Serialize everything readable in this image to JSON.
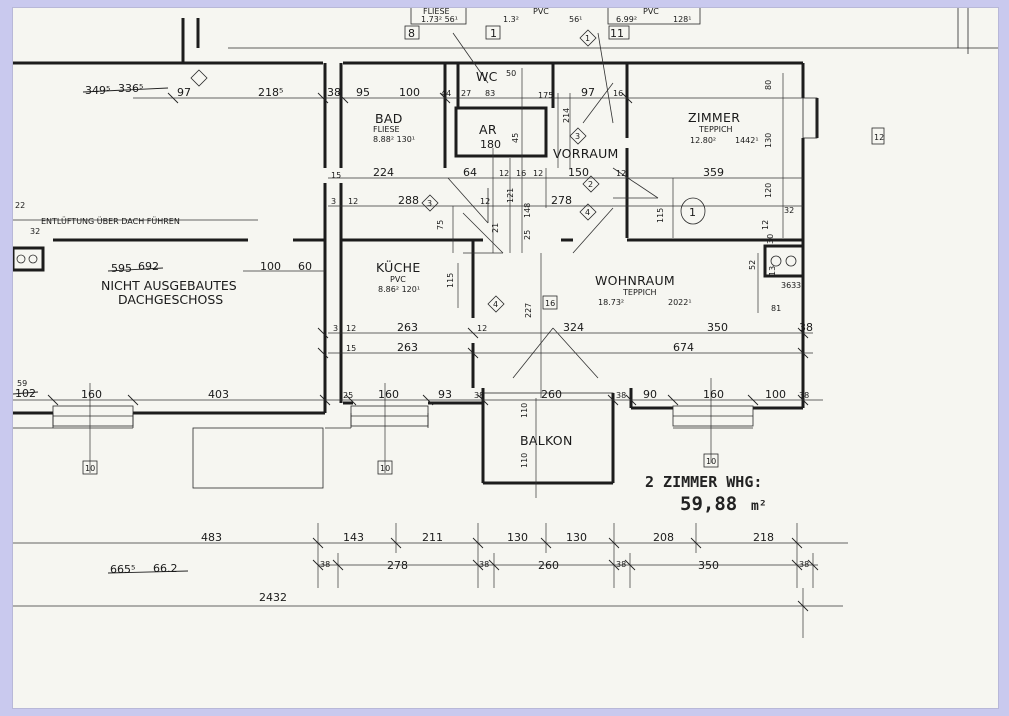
{
  "rooms": {
    "bad": {
      "name": "BAD",
      "floor": "FLIESE",
      "area": "8.88² 130¹"
    },
    "wc": {
      "name": "WC"
    },
    "ar": {
      "name": "AR",
      "dim": "180"
    },
    "vorraum": {
      "name": "VORRAUM"
    },
    "zimmer": {
      "name": "ZIMMER",
      "floor": "TEPPICH",
      "area_a": "12.80²",
      "area_b": "1442¹"
    },
    "kueche": {
      "name": "KÜCHE",
      "floor": "PVC",
      "area": "8.86² 120¹"
    },
    "wohnraum": {
      "name": "WOHNRAUM",
      "floor": "TEPPICH",
      "area_a": "18.73²",
      "area_b": "2022¹"
    },
    "balkon": {
      "name": "BALKON"
    }
  },
  "top_labels": {
    "a_floor": "FLIESE",
    "a_area": "1.73² 56¹",
    "b_floor": "PVC",
    "b_left": "1.3²",
    "b_right": "56¹",
    "c_floor": "PVC",
    "c_left": "6.99²",
    "c_right": "128¹"
  },
  "notes": {
    "ventilation": "ENTLÜFTUNG ÜBER DACH FÜHREN",
    "attic_line1": "NICHT AUSGEBAUTES",
    "attic_line2": "DACHGESCHOSS",
    "apt_line1": "2 ZIMMER WHG:",
    "apt_line2": "59,88",
    "apt_unit": "m²",
    "struck_a": "349⁵",
    "struck_b": "336⁵",
    "struck_c": "595",
    "struck_d": "692",
    "struck_e": "665⁵",
    "struck_f": "66.2",
    "struck_g": "59",
    "struck_h": "102"
  },
  "markers": {
    "top_8": "8",
    "top_1": "1",
    "top_11": "11",
    "side_12": "12",
    "diamond_2": "2",
    "diamond_3": "3",
    "diamond_4": "4",
    "circle_1": "1",
    "box_16": "16",
    "box_10": "10"
  },
  "dims": {
    "top_row": [
      "97",
      "218⁵",
      "38",
      "95",
      "100",
      "44",
      "27",
      "83",
      "50",
      "97",
      "16"
    ],
    "mid_row": [
      "224",
      "64",
      "12",
      "16",
      "12",
      "150",
      "12",
      "359"
    ],
    "row3": [
      "288",
      "12",
      "278",
      "32",
      "12"
    ],
    "row_kueche": [
      "263",
      "12",
      "324",
      "350",
      "38"
    ],
    "row_kueche2": [
      "263",
      "674"
    ],
    "row_bottom": [
      "160",
      "403",
      "25",
      "160",
      "93",
      "38",
      "260",
      "38",
      "90",
      "160",
      "100",
      "38"
    ],
    "sum_top": [
      "483",
      "143",
      "211",
      "130",
      "130",
      "208",
      "218"
    ],
    "sum_mid": [
      "38",
      "278",
      "38",
      "260",
      "38",
      "350",
      "38"
    ],
    "total": "2432",
    "side_small": [
      "100",
      "60",
      "3",
      "15",
      "32",
      "12",
      "22"
    ],
    "vertical": [
      "80",
      "130",
      "120",
      "115",
      "75",
      "115",
      "227",
      "110",
      "110",
      "52",
      "81",
      "13",
      "12",
      "148",
      "25",
      "45",
      "121",
      "21",
      "175",
      "214",
      "30"
    ],
    "lower_right": [
      "363",
      "3"
    ]
  }
}
